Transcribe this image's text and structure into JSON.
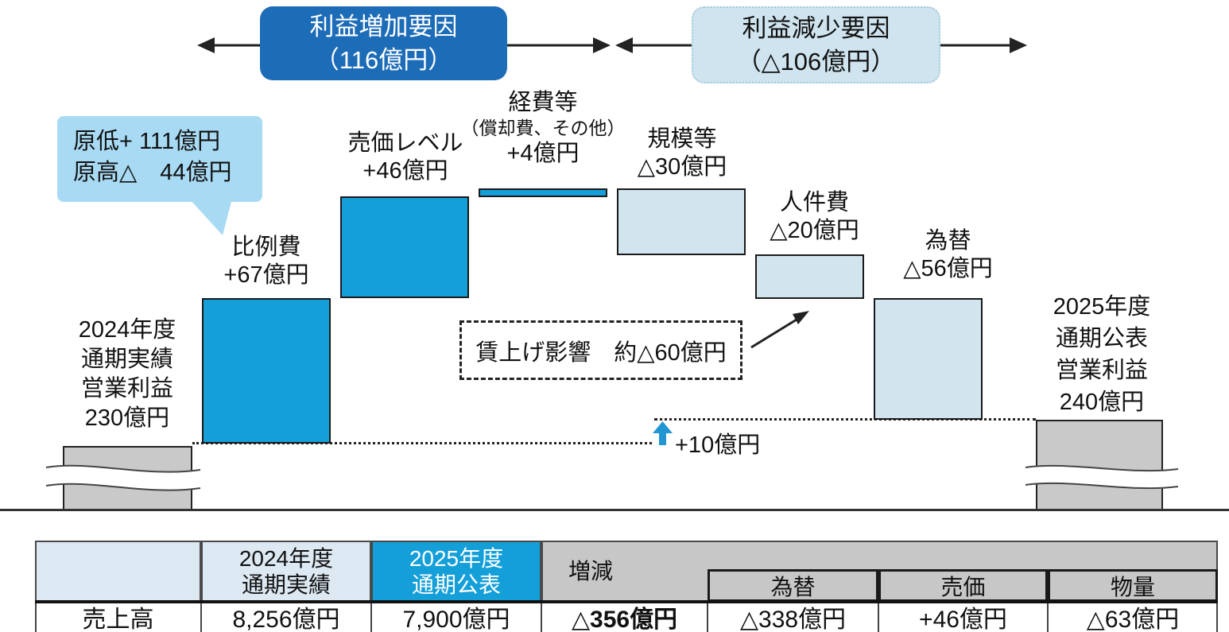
{
  "top": {
    "increase_label": "利益増加要因\n（116億円）",
    "decrease_label": "利益減少要因\n（△106億円）"
  },
  "chart_data": {
    "type": "bar",
    "subtype": "waterfall",
    "unit": "億円",
    "start": {
      "label": "2024年度 通期実績 営業利益",
      "value": 230,
      "display": "2024年度\n通期実績\n営業利益\n230億円"
    },
    "end": {
      "label": "2025年度 通期公表 営業利益",
      "value": 240,
      "display": "2025年度\n通期公表\n営業利益\n240億円"
    },
    "increase_total": 116,
    "decrease_total": -106,
    "net_change": 10,
    "categories": [
      "比例費",
      "売価レベル",
      "経費等（償却費、その他）",
      "規模等",
      "人件費",
      "為替"
    ],
    "values": [
      67,
      46,
      4,
      -30,
      -20,
      -56
    ],
    "bars": [
      {
        "name": "比例費",
        "value": "+67億円",
        "delta": 67,
        "color": "blue"
      },
      {
        "name": "売価レベル",
        "value": "+46億円",
        "delta": 46,
        "color": "blue"
      },
      {
        "name": "経費等",
        "sub": "（償却費、その他）",
        "value": "+4億円",
        "delta": 4,
        "color": "blue"
      },
      {
        "name": "規模等",
        "value": "△30億円",
        "delta": -30,
        "color": "light"
      },
      {
        "name": "人件費",
        "value": "△20億円",
        "delta": -20,
        "color": "light"
      },
      {
        "name": "為替",
        "value": "△56億円",
        "delta": -56,
        "color": "light"
      }
    ],
    "annotations": {
      "callout_line1": "原低+ 111億円",
      "callout_line2": "原高△　44億円",
      "wage_note": "賃上げ影響　約△60億円",
      "step_up": "+10億円"
    }
  },
  "table": {
    "header": {
      "blank": "",
      "fy2024": "2024年度\n通期実績",
      "fy2025": "2025年度\n通期公表",
      "change": "増減",
      "sub_fx": "為替",
      "sub_price": "売価",
      "sub_volume": "物量"
    },
    "rows": [
      {
        "label": "売上高",
        "fy2024": "8,256億円",
        "fy2025": "7,900億円",
        "change": "△356億円",
        "fx": "△338億円",
        "price": "+46億円",
        "volume": "△63億円"
      }
    ]
  },
  "colors": {
    "bar_increase": "#149fd9",
    "bar_decrease": "#d2e4ee",
    "header_increase_box": "#1d6cb7",
    "header_decrease_box": "#cfe4ef",
    "callout_bubble": "#a8daf3",
    "gray_bar": "#c9c9c9",
    "table_header_gray": "#c7c7c7",
    "table_header_light": "#dce8f2",
    "table_header_blue": "#149fd9",
    "step_arrow_blue": "#2196d3"
  }
}
